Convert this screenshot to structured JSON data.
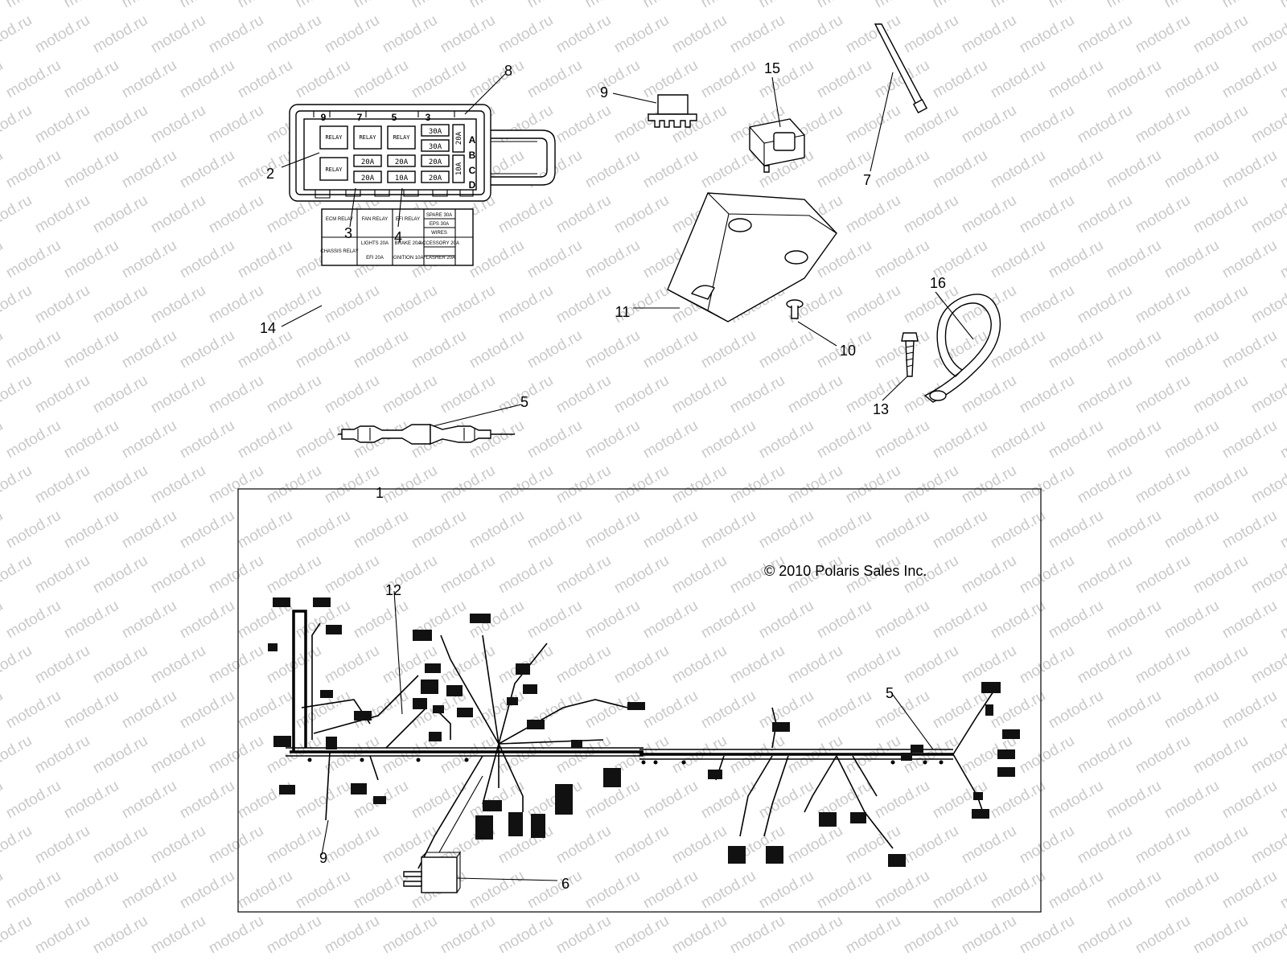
{
  "watermark": {
    "text": "motod.ru"
  },
  "copyright": "© 2010 Polaris Sales Inc.",
  "callouts": [
    {
      "id": "c1",
      "label": "1"
    },
    {
      "id": "c2",
      "label": "2"
    },
    {
      "id": "c3",
      "label": "3"
    },
    {
      "id": "c4",
      "label": "4"
    },
    {
      "id": "c5a",
      "label": "5"
    },
    {
      "id": "c5b",
      "label": "5"
    },
    {
      "id": "c6",
      "label": "6"
    },
    {
      "id": "c7",
      "label": "7"
    },
    {
      "id": "c8",
      "label": "8"
    },
    {
      "id": "c9a",
      "label": "9"
    },
    {
      "id": "c9b",
      "label": "9"
    },
    {
      "id": "c10",
      "label": "10"
    },
    {
      "id": "c11",
      "label": "11"
    },
    {
      "id": "c12",
      "label": "12"
    },
    {
      "id": "c13",
      "label": "13"
    },
    {
      "id": "c14",
      "label": "14"
    },
    {
      "id": "c15",
      "label": "15"
    },
    {
      "id": "c16",
      "label": "16"
    }
  ],
  "fuse_box": {
    "slot_numbers": [
      "9",
      "7",
      "5",
      "3"
    ],
    "row_letters": [
      "A",
      "B",
      "C",
      "D"
    ],
    "relay_label": "RELAY",
    "fuses": [
      "30A",
      "30A",
      "20A",
      "20A",
      "20A",
      "20A",
      "20A",
      "10A",
      "20A"
    ],
    "side_fuses": [
      "20A",
      "10A"
    ]
  },
  "fuse_label_card": {
    "cells": [
      "ECM RELAY",
      "FAN RELAY",
      "EFI RELAY",
      "SPARE 30A",
      "EPS 30A",
      "WIRES",
      "CHASSIS RELAY",
      "LIGHTS 20A",
      "BRAKE 20A",
      "ACCESSORY 20A",
      "EFI 20A",
      "IGNITION 10A",
      "FLASHER 20A"
    ]
  }
}
